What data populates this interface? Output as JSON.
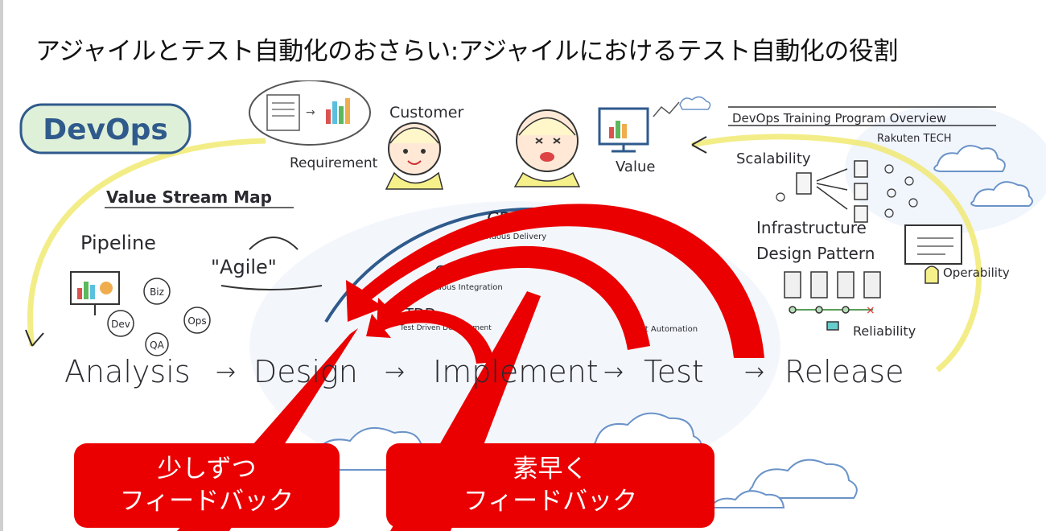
{
  "slide": {
    "title": "アジャイルとテスト自動化のおさらい:アジャイルにおけるテスト自動化の役割"
  },
  "sketch": {
    "logo": "DevOps",
    "customer_label": "Customer",
    "requirement_label": "Requirement",
    "value_label": "Value",
    "program_title": "DevOps Training Program Overview",
    "program_sub": "Rakuten TECH",
    "scalability_label": "Scalability",
    "infrastructure_label": "Infrastructure",
    "design_pattern_label": "Design Pattern",
    "operability_label": "Operability",
    "reliability_label": "Reliability",
    "vsm_label": "Value Stream Map",
    "pipeline_label": "Pipeline",
    "agile_label": "\"Agile\"",
    "cd_label": "CD",
    "cd_sub": "Continuous Delivery",
    "ci_label": "CI",
    "ci_sub": "Continuous Integration",
    "tdd_label": "TDD",
    "tdd_sub": "Test Driven Development",
    "test_auto_label": "Test Automation",
    "roles": {
      "biz": "Biz",
      "dev": "Dev",
      "ops": "Ops",
      "qa": "QA"
    },
    "stages": [
      "Analysis",
      "Design",
      "Implement",
      "Test",
      "Release"
    ],
    "arrow_glyph": "→"
  },
  "callouts": {
    "left": {
      "line1": "少しずつ",
      "line2": "フィードバック"
    },
    "right": {
      "line1": "素早く",
      "line2": "フィードバック"
    }
  },
  "colors": {
    "feedback_red": "#ea0000",
    "highlight_yellow": "#f2ee6a",
    "sky_blue": "#8fb3e6"
  }
}
